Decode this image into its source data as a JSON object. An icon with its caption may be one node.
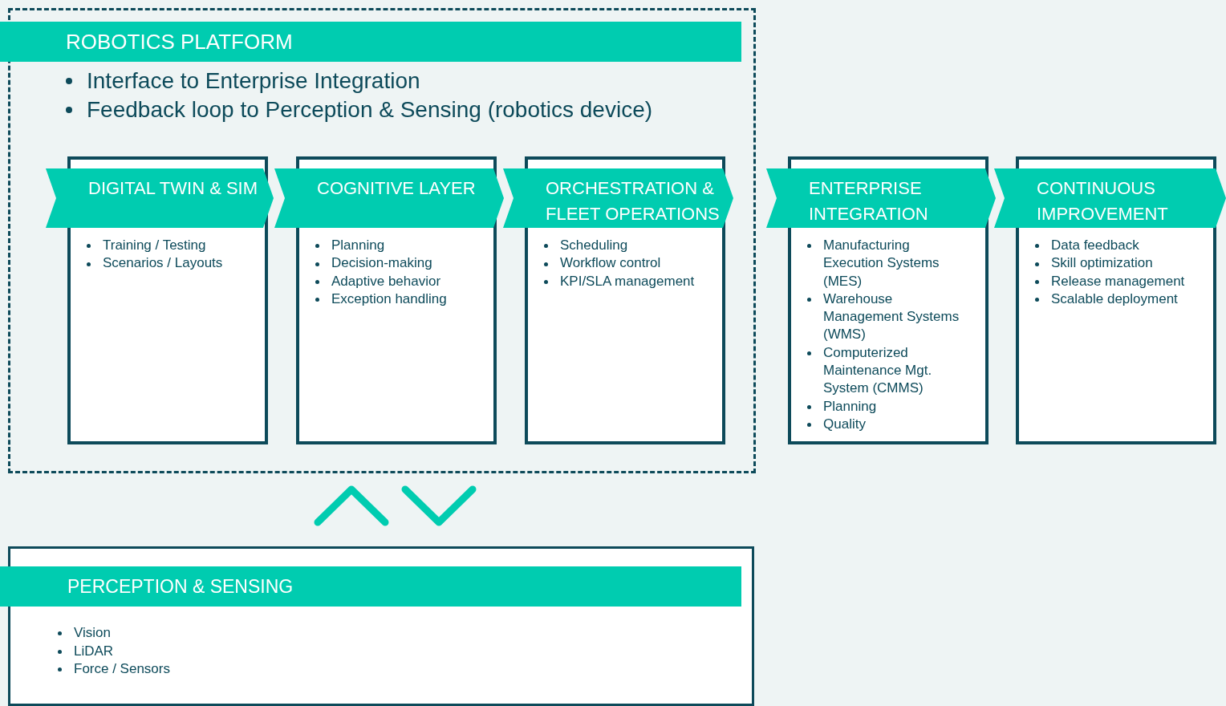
{
  "diagram": {
    "nodes": [
      {
        "text": [
          "ROBOTICS PLATFORM",
          "Interface to Enterprise Integration",
          "Feedback loop to Perception & Sensing (robotics device)"
        ]
      },
      {
        "text": [
          "DIGITAL TWIN & SIM",
          "Training / Testing",
          "Scenarios / Layouts"
        ],
        "in": 0
      },
      {
        "text": [
          "COGNITIVE LAYER",
          "Planning",
          "Decision-making",
          "Adaptive behavior",
          "Exception handling"
        ],
        "in": 0
      },
      {
        "text": [
          "ORCHESTRATION & FLEET OPERATIONS",
          "Scheduling",
          "Workflow control",
          "KPI/SLA management"
        ],
        "in": 0
      },
      {
        "text": [
          "ENTERPRISE INTEGRATION",
          "Manufacturing Execution Systems (MES)",
          "Warehouse Management Systems (WMS)",
          "Computerized Maintenance Mgt. System (CMMS)",
          "Planning",
          "Quality"
        ]
      },
      {
        "text": [
          "CONTINUOUS IMPROVEMENT",
          "Data feedback",
          "Skill optimization",
          "Release management",
          "Scalable deployment"
        ]
      },
      {
        "text": [
          "PERCEPTION & SENSING",
          "Vision",
          "LiDAR",
          "Force / Sensors"
        ]
      }
    ],
    "edges": [
      {
        "from": 6,
        "to": 0,
        "arrow": "to"
      },
      {
        "from": 0,
        "to": 6,
        "arrow": "to"
      }
    ]
  }
}
